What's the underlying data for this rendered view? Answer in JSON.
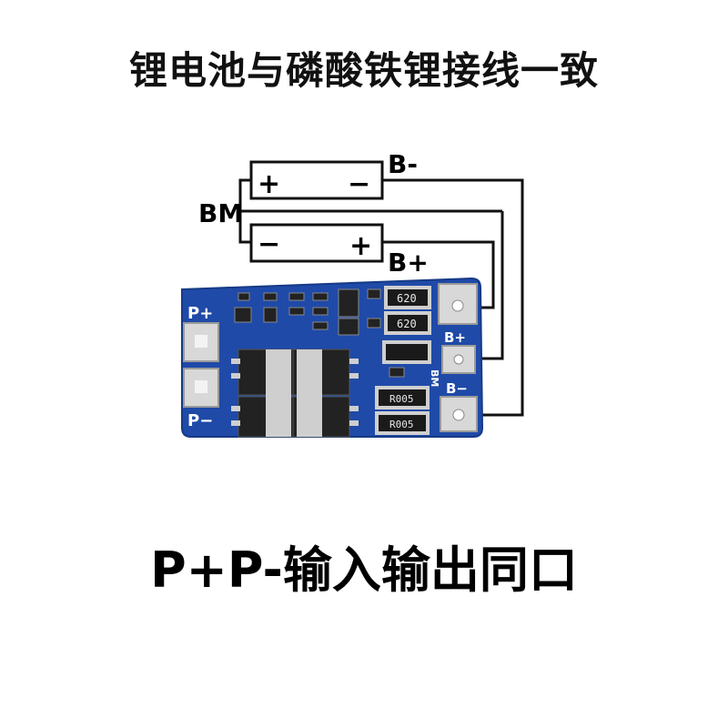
{
  "title": "锂电池与磷酸铁锂接线一致",
  "footer": "P+P-输入输出同口",
  "diagram": {
    "label_bm": "BM",
    "label_b_minus": "B-",
    "label_b_plus": "B+",
    "cell1": {
      "left_sign": "+",
      "right_sign": "−"
    },
    "cell2": {
      "left_sign": "−",
      "right_sign": "+"
    }
  },
  "board": {
    "color": "#1f4aa8",
    "label_p_plus": "P+",
    "label_p_minus": "P−",
    "label_b_plus": "B+",
    "label_b_minus": "B−",
    "label_bm": "BM",
    "resistor_top_1": "620",
    "resistor_top_2": "620",
    "resistor_bottom_1": "R005",
    "resistor_bottom_2": "R005"
  }
}
